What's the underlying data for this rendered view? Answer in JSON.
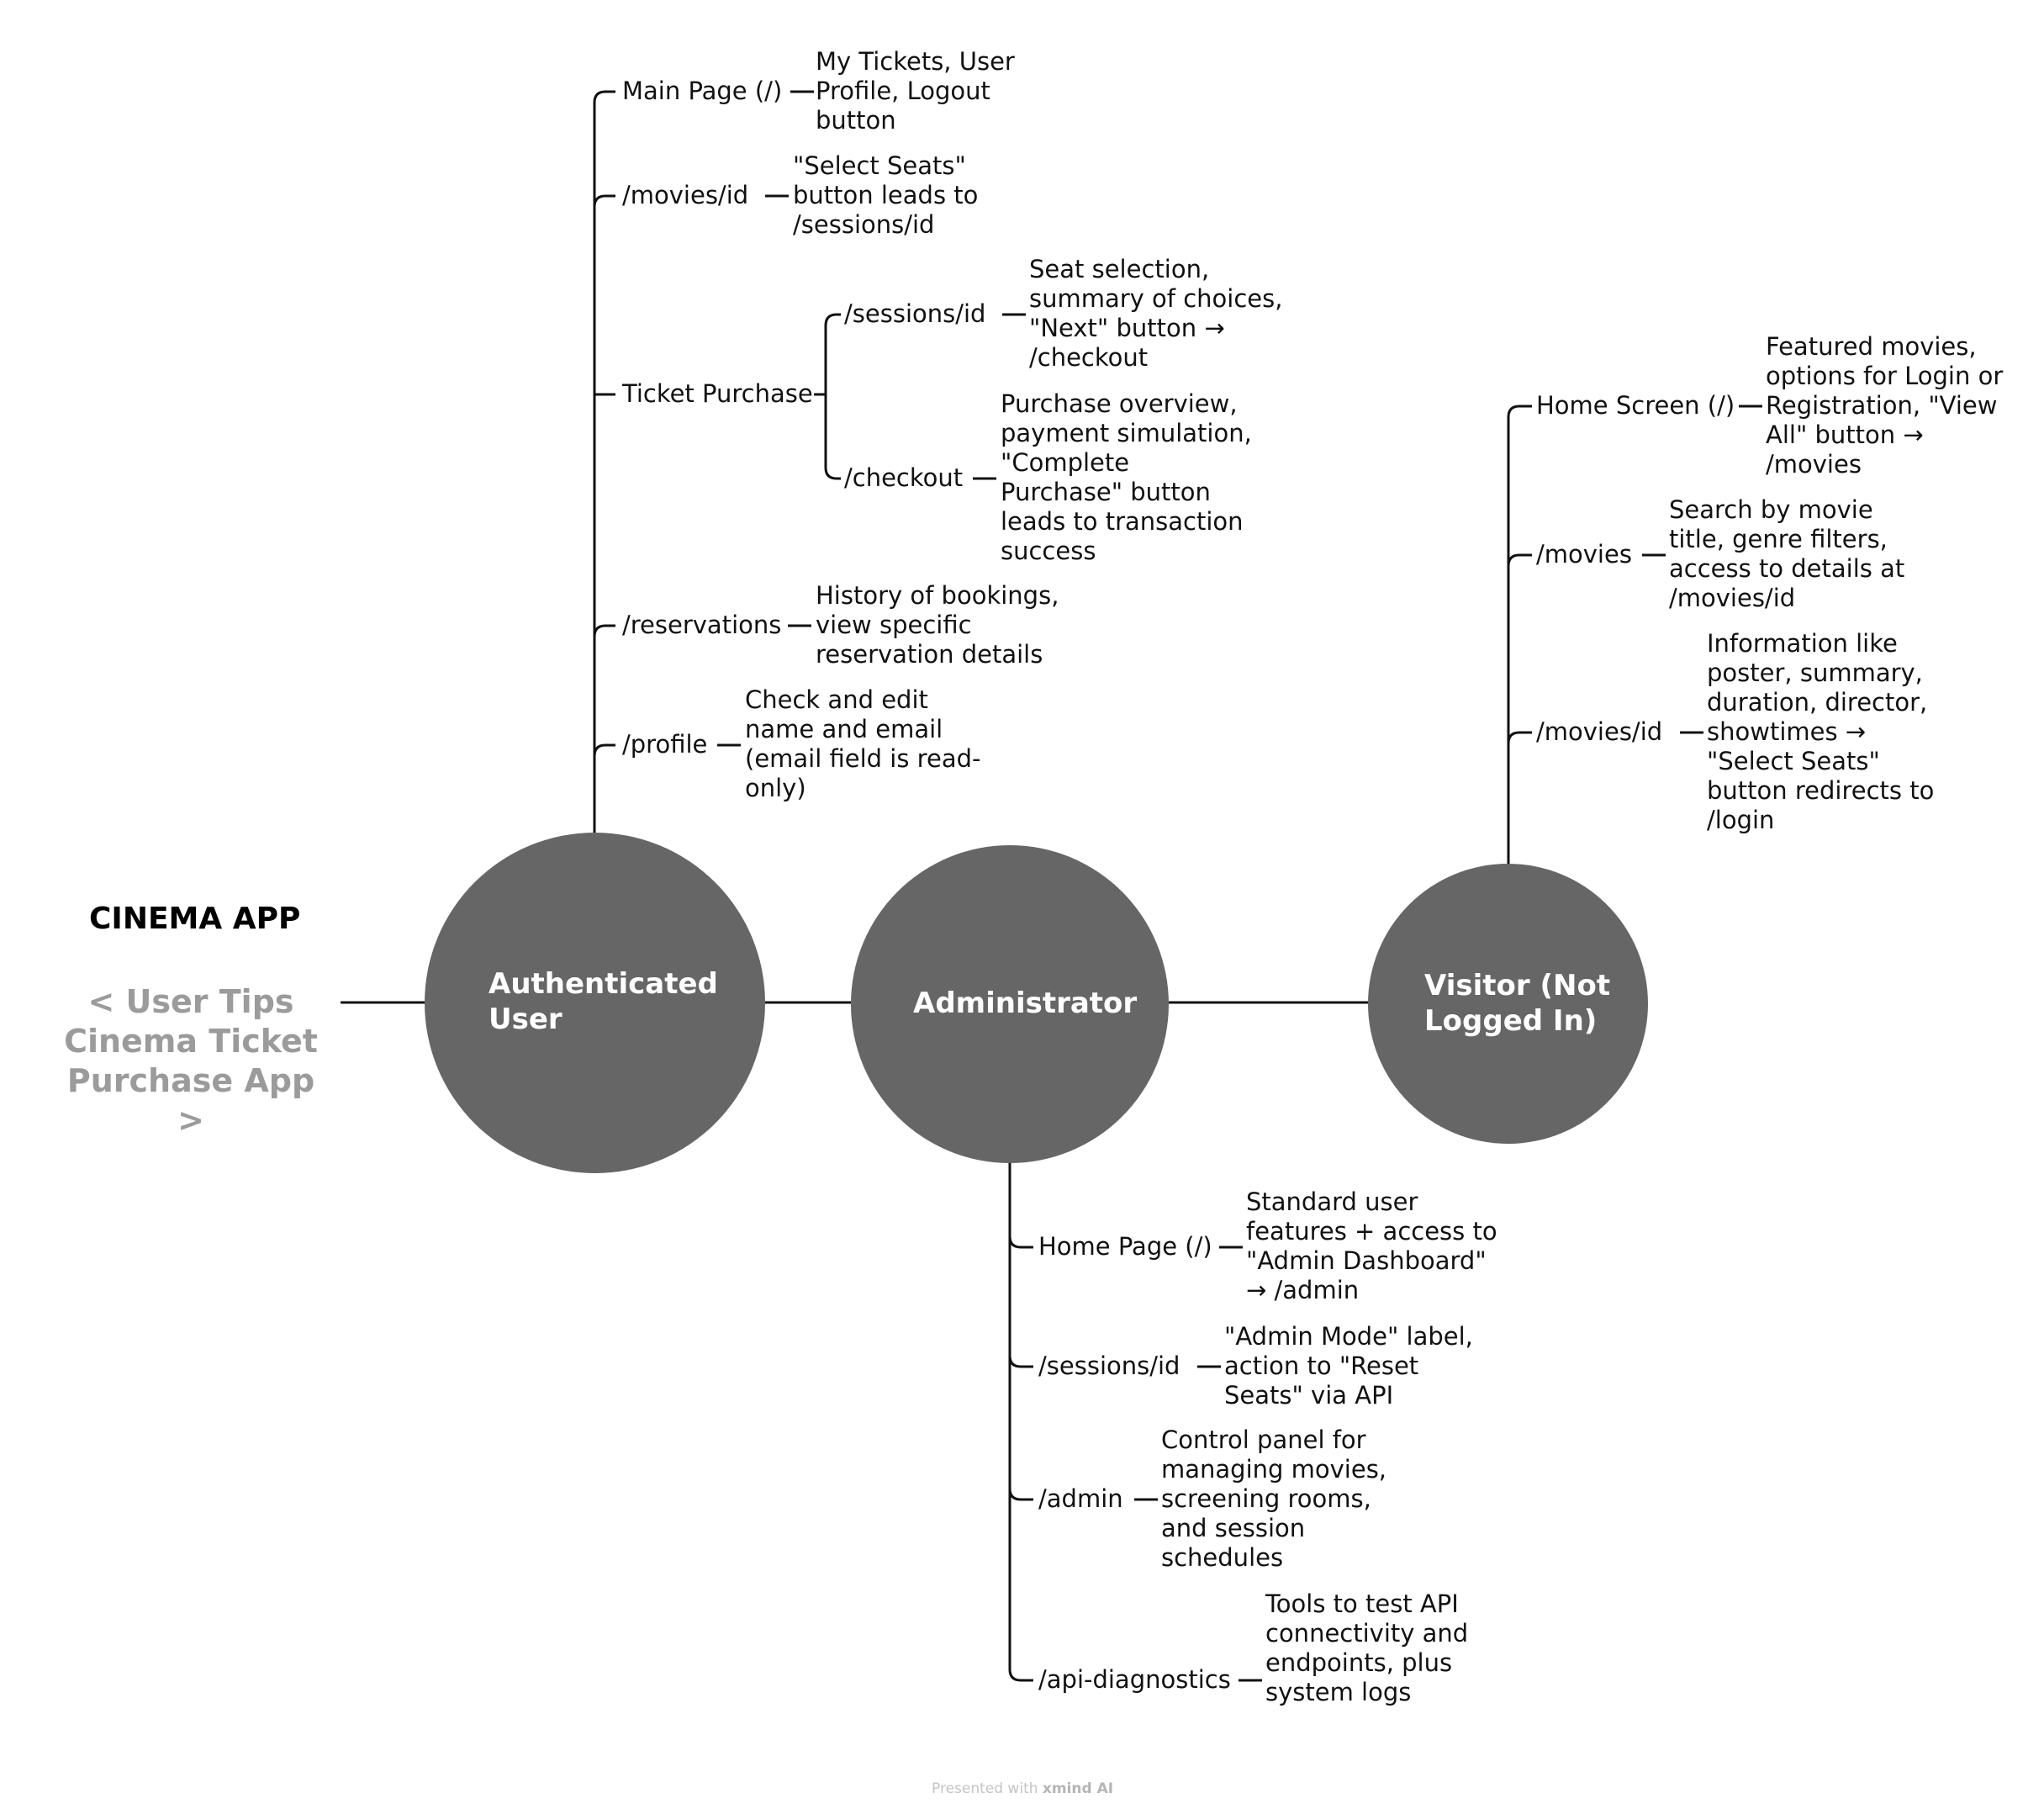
{
  "sidebar": {
    "title": "CINEMA APP",
    "tips": "< User Tips\nCinema Ticket\nPurchase App >"
  },
  "roles": {
    "authenticated": {
      "label": "Authenticated\nUser",
      "pages": [
        {
          "name": "Main Page (/)",
          "desc": "My Tickets, User\nProfile, Logout\nbutton"
        },
        {
          "name": "/movies/id",
          "desc": "\"Select Seats\"\nbutton leads to\n/sessions/id"
        },
        {
          "name": "Ticket Purchase"
        },
        {
          "name": "/reservations",
          "desc": "History of bookings,\nview specific\nreservation details"
        },
        {
          "name": "/profile",
          "desc": "Check and edit\nname and email\n(email field is read-\nonly)"
        }
      ],
      "ticket_purchase": [
        {
          "name": "/sessions/id",
          "desc": "Seat selection,\nsummary of choices,\n\"Next\" button →\n/checkout"
        },
        {
          "name": "/checkout",
          "desc": "Purchase overview,\npayment simulation,\n\"Complete\nPurchase\" button\nleads to transaction\nsuccess"
        }
      ]
    },
    "administrator": {
      "label": "Administrator",
      "pages": [
        {
          "name": "Home Page (/)",
          "desc": "Standard user\nfeatures + access to\n\"Admin Dashboard\"\n→ /admin"
        },
        {
          "name": "/sessions/id",
          "desc": "\"Admin Mode\" label,\naction to \"Reset\nSeats\" via API"
        },
        {
          "name": "/admin",
          "desc": "Control panel for\nmanaging movies,\nscreening rooms,\nand session\nschedules"
        },
        {
          "name": "/api-diagnostics",
          "desc": "Tools to test API\nconnectivity and\nendpoints, plus\nsystem logs"
        }
      ]
    },
    "visitor": {
      "label": "Visitor (Not\nLogged In)",
      "pages": [
        {
          "name": "Home Screen (/)",
          "desc": "Featured movies,\noptions for Login or\nRegistration, \"View\nAll\" button →\n/movies"
        },
        {
          "name": "/movies",
          "desc": "Search by movie\ntitle, genre filters,\naccess to details at\n/movies/id"
        },
        {
          "name": "/movies/id",
          "desc": "Information like\nposter, summary,\nduration, director,\nshowtimes →\n\"Select Seats\"\nbutton redirects to\n/login"
        }
      ]
    }
  },
  "footer": {
    "prefix": "Presented with ",
    "brand": "xmind AI"
  },
  "colors": {
    "circle": "#666666",
    "line": "#111111",
    "tips": "#9b9b9b"
  }
}
